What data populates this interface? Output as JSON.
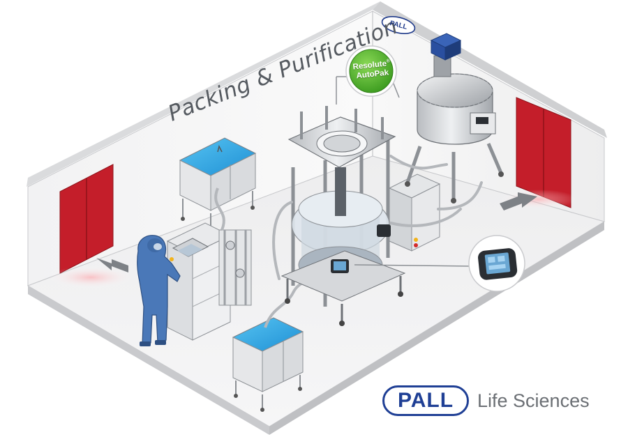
{
  "room": {
    "title": "Packing & Purification"
  },
  "product_badge": {
    "line1": "Resolute",
    "registered": "®",
    "line2": "AutoPak",
    "color": "#4fb52a"
  },
  "wall_logo": {
    "text": "PALL",
    "color": "#1f3a8a"
  },
  "brand": {
    "name": "PALL",
    "suffix": "Life Sciences",
    "name_color": "#1f3f95",
    "suffix_color": "#6b6f74"
  },
  "palette": {
    "door_red": "#c41e2a",
    "floor": "#ececed",
    "wall": "#f7f7f8",
    "suit_blue": "#4a78b8",
    "tank_blue": "#2aa7e8",
    "motor_blue": "#2a4fa0"
  },
  "icons": [
    "exit-door-left",
    "exit-door-right",
    "arrow-left",
    "arrow-right",
    "operator-figure",
    "control-panel-callout"
  ]
}
